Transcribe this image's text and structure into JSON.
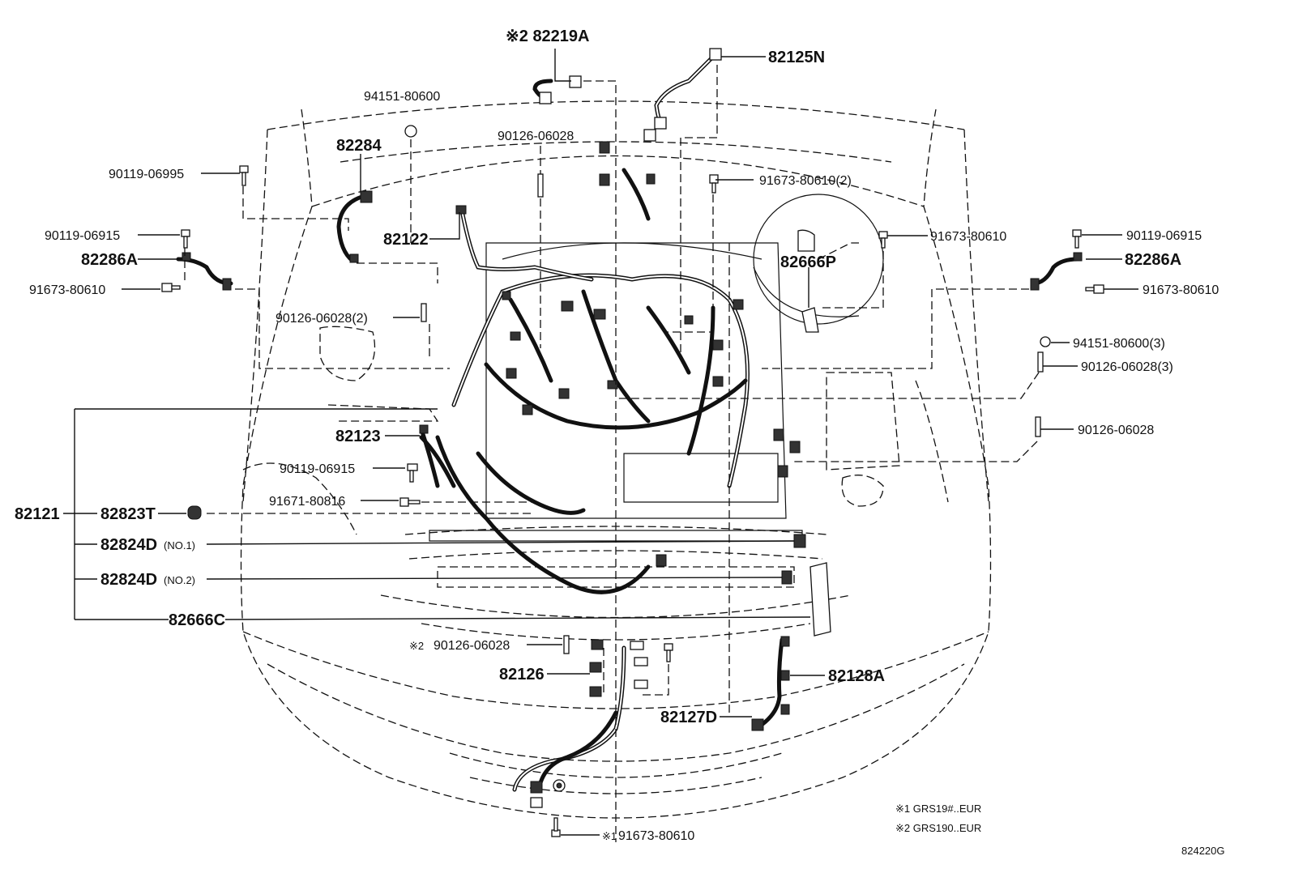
{
  "labels": {
    "p82219A": "※2 82219A",
    "p82125N": "82125N",
    "p94151_80600": "94151-80600",
    "p90126_06028_top": "90126-06028",
    "p82284": "82284",
    "p90119_06995": "90119-06995",
    "p91673_80610_2": "91673-80610(2)",
    "p90119_06915_left": "90119-06915",
    "p82286A_left": "82286A",
    "p91673_80610_left": "91673-80610",
    "p82122": "82122",
    "p90126_06028_2": "90126-06028(2)",
    "p91673_80610_right_top": "91673-80610",
    "p82666P": "82666P",
    "p90119_06915_right": "90119-06915",
    "p82286A_right": "82286A",
    "p91673_80610_right": "91673-80610",
    "p94151_80600_3": "94151-80600(3)",
    "p90126_06028_3": "90126-06028(3)",
    "p90126_06028_right": "90126-06028",
    "p82123": "82123",
    "p90119_06915_mid": "90119-06915",
    "p91671_80816": "91671-80816",
    "p82121": "82121",
    "p82823T": "82823T",
    "p82824D_1": "82824D",
    "p82824D_1_note": "(NO.1)",
    "p82824D_2": "82824D",
    "p82824D_2_note": "(NO.2)",
    "p82666C": "82666C",
    "p90126_06028_bottom": "90126-06028",
    "p90126_06028_bottom_mark": "※2",
    "p82126": "82126",
    "p82128A": "82128A",
    "p82127D": "82127D",
    "p91673_80610_bottom": "91673-80610",
    "p91673_80610_bottom_mark": "※1"
  },
  "notes": {
    "note1": "※1 GRS19#..EUR",
    "note2": "※2 GRS190..EUR"
  },
  "diagram_code": "824220G"
}
